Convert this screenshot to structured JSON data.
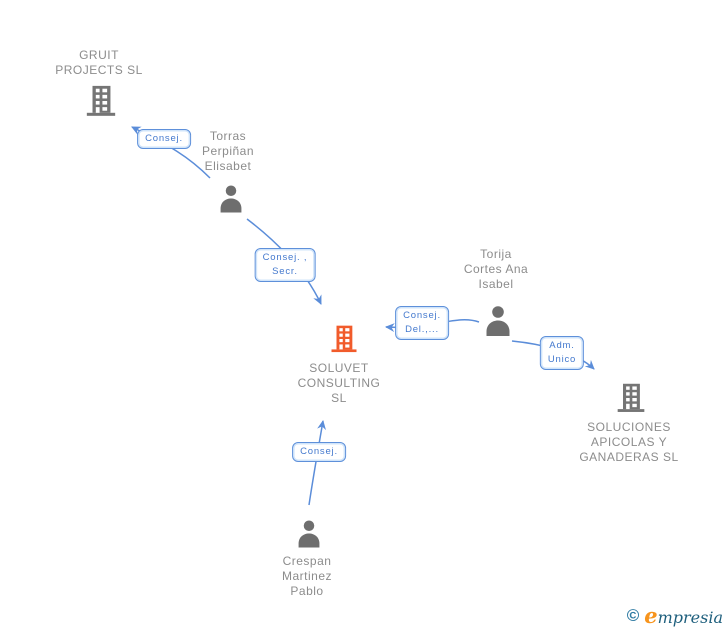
{
  "colors": {
    "edge": "#5B8DD9",
    "label_border": "#5E90DA",
    "label_text": "#4479CE",
    "node_text": "#8C8C8C",
    "company_icon": "#757575",
    "company_icon_highlight": "#F15B2B",
    "person_icon": "#6E6E6E",
    "logo_copyright": "#2F7BA3",
    "logo_orange": "#F7941D",
    "logo_teal": "#1E5F7D"
  },
  "nodes": [
    {
      "id": "gruit-projects-sl",
      "type": "company",
      "name": "GRUIT\nPROJECTS SL"
    },
    {
      "id": "torras-perpinan-elisabet",
      "type": "person",
      "name": "Torras\nPerpiñan\nElisabet"
    },
    {
      "id": "soluvet-consulting-sl",
      "type": "company",
      "highlighted": true,
      "name": "SOLUVET\nCONSULTING\nSL"
    },
    {
      "id": "torija-cortes-ana-isabel",
      "type": "person",
      "name": "Torija\nCortes Ana\nIsabel"
    },
    {
      "id": "soluciones-apicolas-y-ganaderas-sl",
      "type": "company",
      "name": "SOLUCIONES\nAPICOLAS Y\nGANADERAS SL"
    },
    {
      "id": "crespan-martinez-pablo",
      "type": "person",
      "name": "Crespan\nMartinez\nPablo"
    }
  ],
  "edges": [
    {
      "from": "torras-perpinan-elisabet",
      "to": "gruit-projects-sl",
      "label": "Consej."
    },
    {
      "from": "torras-perpinan-elisabet",
      "to": "soluvet-consulting-sl",
      "label": "Consej. ,\nSecr."
    },
    {
      "from": "torija-cortes-ana-isabel",
      "to": "soluvet-consulting-sl",
      "label": "Consej.\nDel.,..."
    },
    {
      "from": "torija-cortes-ana-isabel",
      "to": "soluciones-apicolas-y-ganaderas-sl",
      "label": "Adm.\nUnico"
    },
    {
      "from": "crespan-martinez-pablo",
      "to": "soluvet-consulting-sl",
      "label": "Consej."
    }
  ],
  "footer": {
    "copyright": "©",
    "brand_first_letter": "e",
    "brand_rest": "mpresia"
  }
}
